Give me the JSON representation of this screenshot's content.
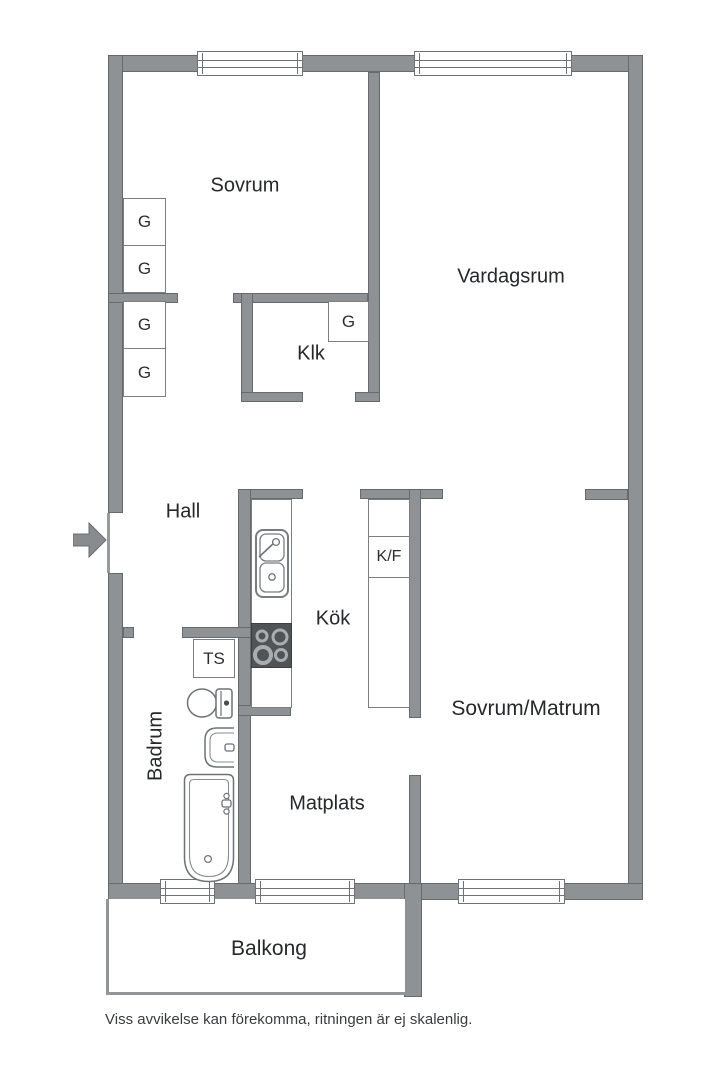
{
  "rooms": {
    "sovrum": "Sovrum",
    "vardagsrum": "Vardagsrum",
    "klk": "Klk",
    "hall": "Hall",
    "kok": "Kök",
    "badrum": "Badrum",
    "matplats": "Matplats",
    "sovrum_matrum": "Sovrum/Matrum",
    "balkong": "Balkong"
  },
  "cabinets": {
    "wardrobe": "G",
    "drying_cabinet": "TS",
    "fridge_freezer": "K/F"
  },
  "disclaimer": "Viss avvikelse kan förekomma, ritningen är ej skalenlig.",
  "icons": {
    "entrance": "entrance-arrow-icon",
    "sink": "kitchen-sink-icon",
    "stove": "stove-icon",
    "toilet": "toilet-icon",
    "washbasin": "washbasin-icon",
    "bathtub": "bathtub-icon"
  },
  "colors": {
    "wall": "#8f9294",
    "wall_outline": "#656a6c",
    "fixture_outline": "#6f7274",
    "stove_panel": "#515456",
    "text": "#26282a",
    "background": "#ffffff"
  }
}
